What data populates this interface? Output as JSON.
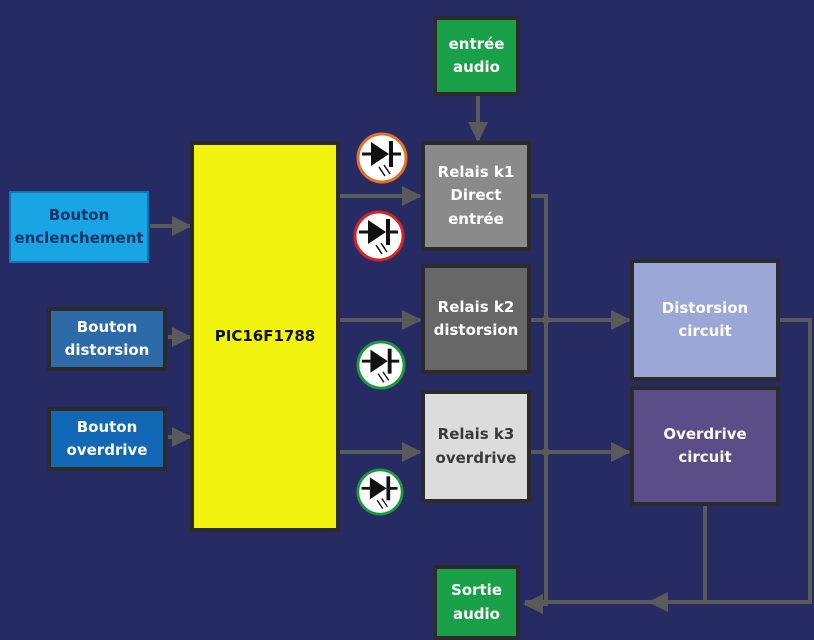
{
  "colors": {
    "background": "#262b64",
    "wire": "#5a5a5a",
    "audio": "#1aa048",
    "button_light": "#19a4e4",
    "button_mid": "#2d6aa8",
    "button_dark": "#1268b4",
    "pic": "#f3f310",
    "k1": "#8a8a8a",
    "k2": "#676767",
    "k3": "#dcdcdc",
    "distortion_circuit": "#9ba7d6",
    "overdrive_circuit": "#5a4d88",
    "led_orange": "#e2702a",
    "led_red": "#d62424",
    "led_green": "#1b9a3a"
  },
  "blocks": {
    "entree_audio": "entrée\naudio",
    "sortie_audio": "Sortie\naudio",
    "bouton_enclenchement": "Bouton\nenclenchement",
    "bouton_distorsion": "Bouton\ndistorsion",
    "bouton_overdrive": "Bouton\noverdrive",
    "pic": "PIC16F1788",
    "relais_k1": "Relais k1\nDirect\nentrée",
    "relais_k2": "Relais k2\ndistorsion",
    "relais_k3": "Relais k3\noverdrive",
    "distorsion_circuit": "Distorsion\ncircuit",
    "overdrive_circuit": "Overdrive\ncircuit"
  },
  "leds": [
    {
      "name": "led-k1-orange",
      "color": "orange"
    },
    {
      "name": "led-k1-red",
      "color": "red"
    },
    {
      "name": "led-k2-green",
      "color": "green"
    },
    {
      "name": "led-k3-green",
      "color": "green"
    }
  ]
}
